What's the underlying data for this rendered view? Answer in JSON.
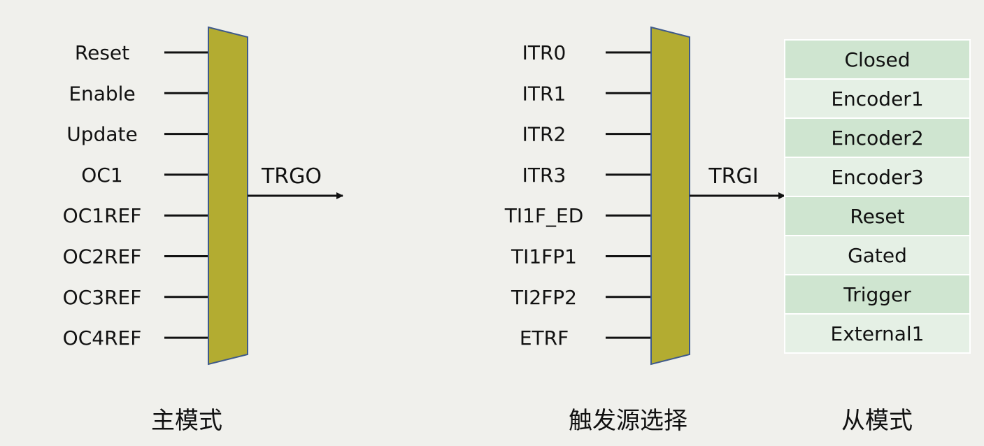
{
  "master": {
    "inputs": [
      "Reset",
      "Enable",
      "Update",
      "OC1",
      "OC1REF",
      "OC2REF",
      "OC3REF",
      "OC4REF"
    ],
    "output_label": "TRGO",
    "caption": "主模式"
  },
  "trigger": {
    "inputs": [
      "ITR0",
      "ITR1",
      "ITR2",
      "ITR3",
      "TI1F_ED",
      "TI1FP1",
      "TI2FP2",
      "ETRF"
    ],
    "output_label": "TRGI",
    "caption": "触发源选择"
  },
  "slave": {
    "modes": [
      "Closed",
      "Encoder1",
      "Encoder2",
      "Encoder3",
      "Reset",
      "Gated",
      "Trigger",
      "External1"
    ],
    "caption": "从模式"
  },
  "colors": {
    "background": "#f0f0ec",
    "mux_fill": "#b3ac31",
    "mux_stroke": "#3f5a8a",
    "line": "#111111",
    "cell_dark": "#cfe5d0",
    "cell_light": "#e5f0e5",
    "cell_border": "#ffffff"
  }
}
